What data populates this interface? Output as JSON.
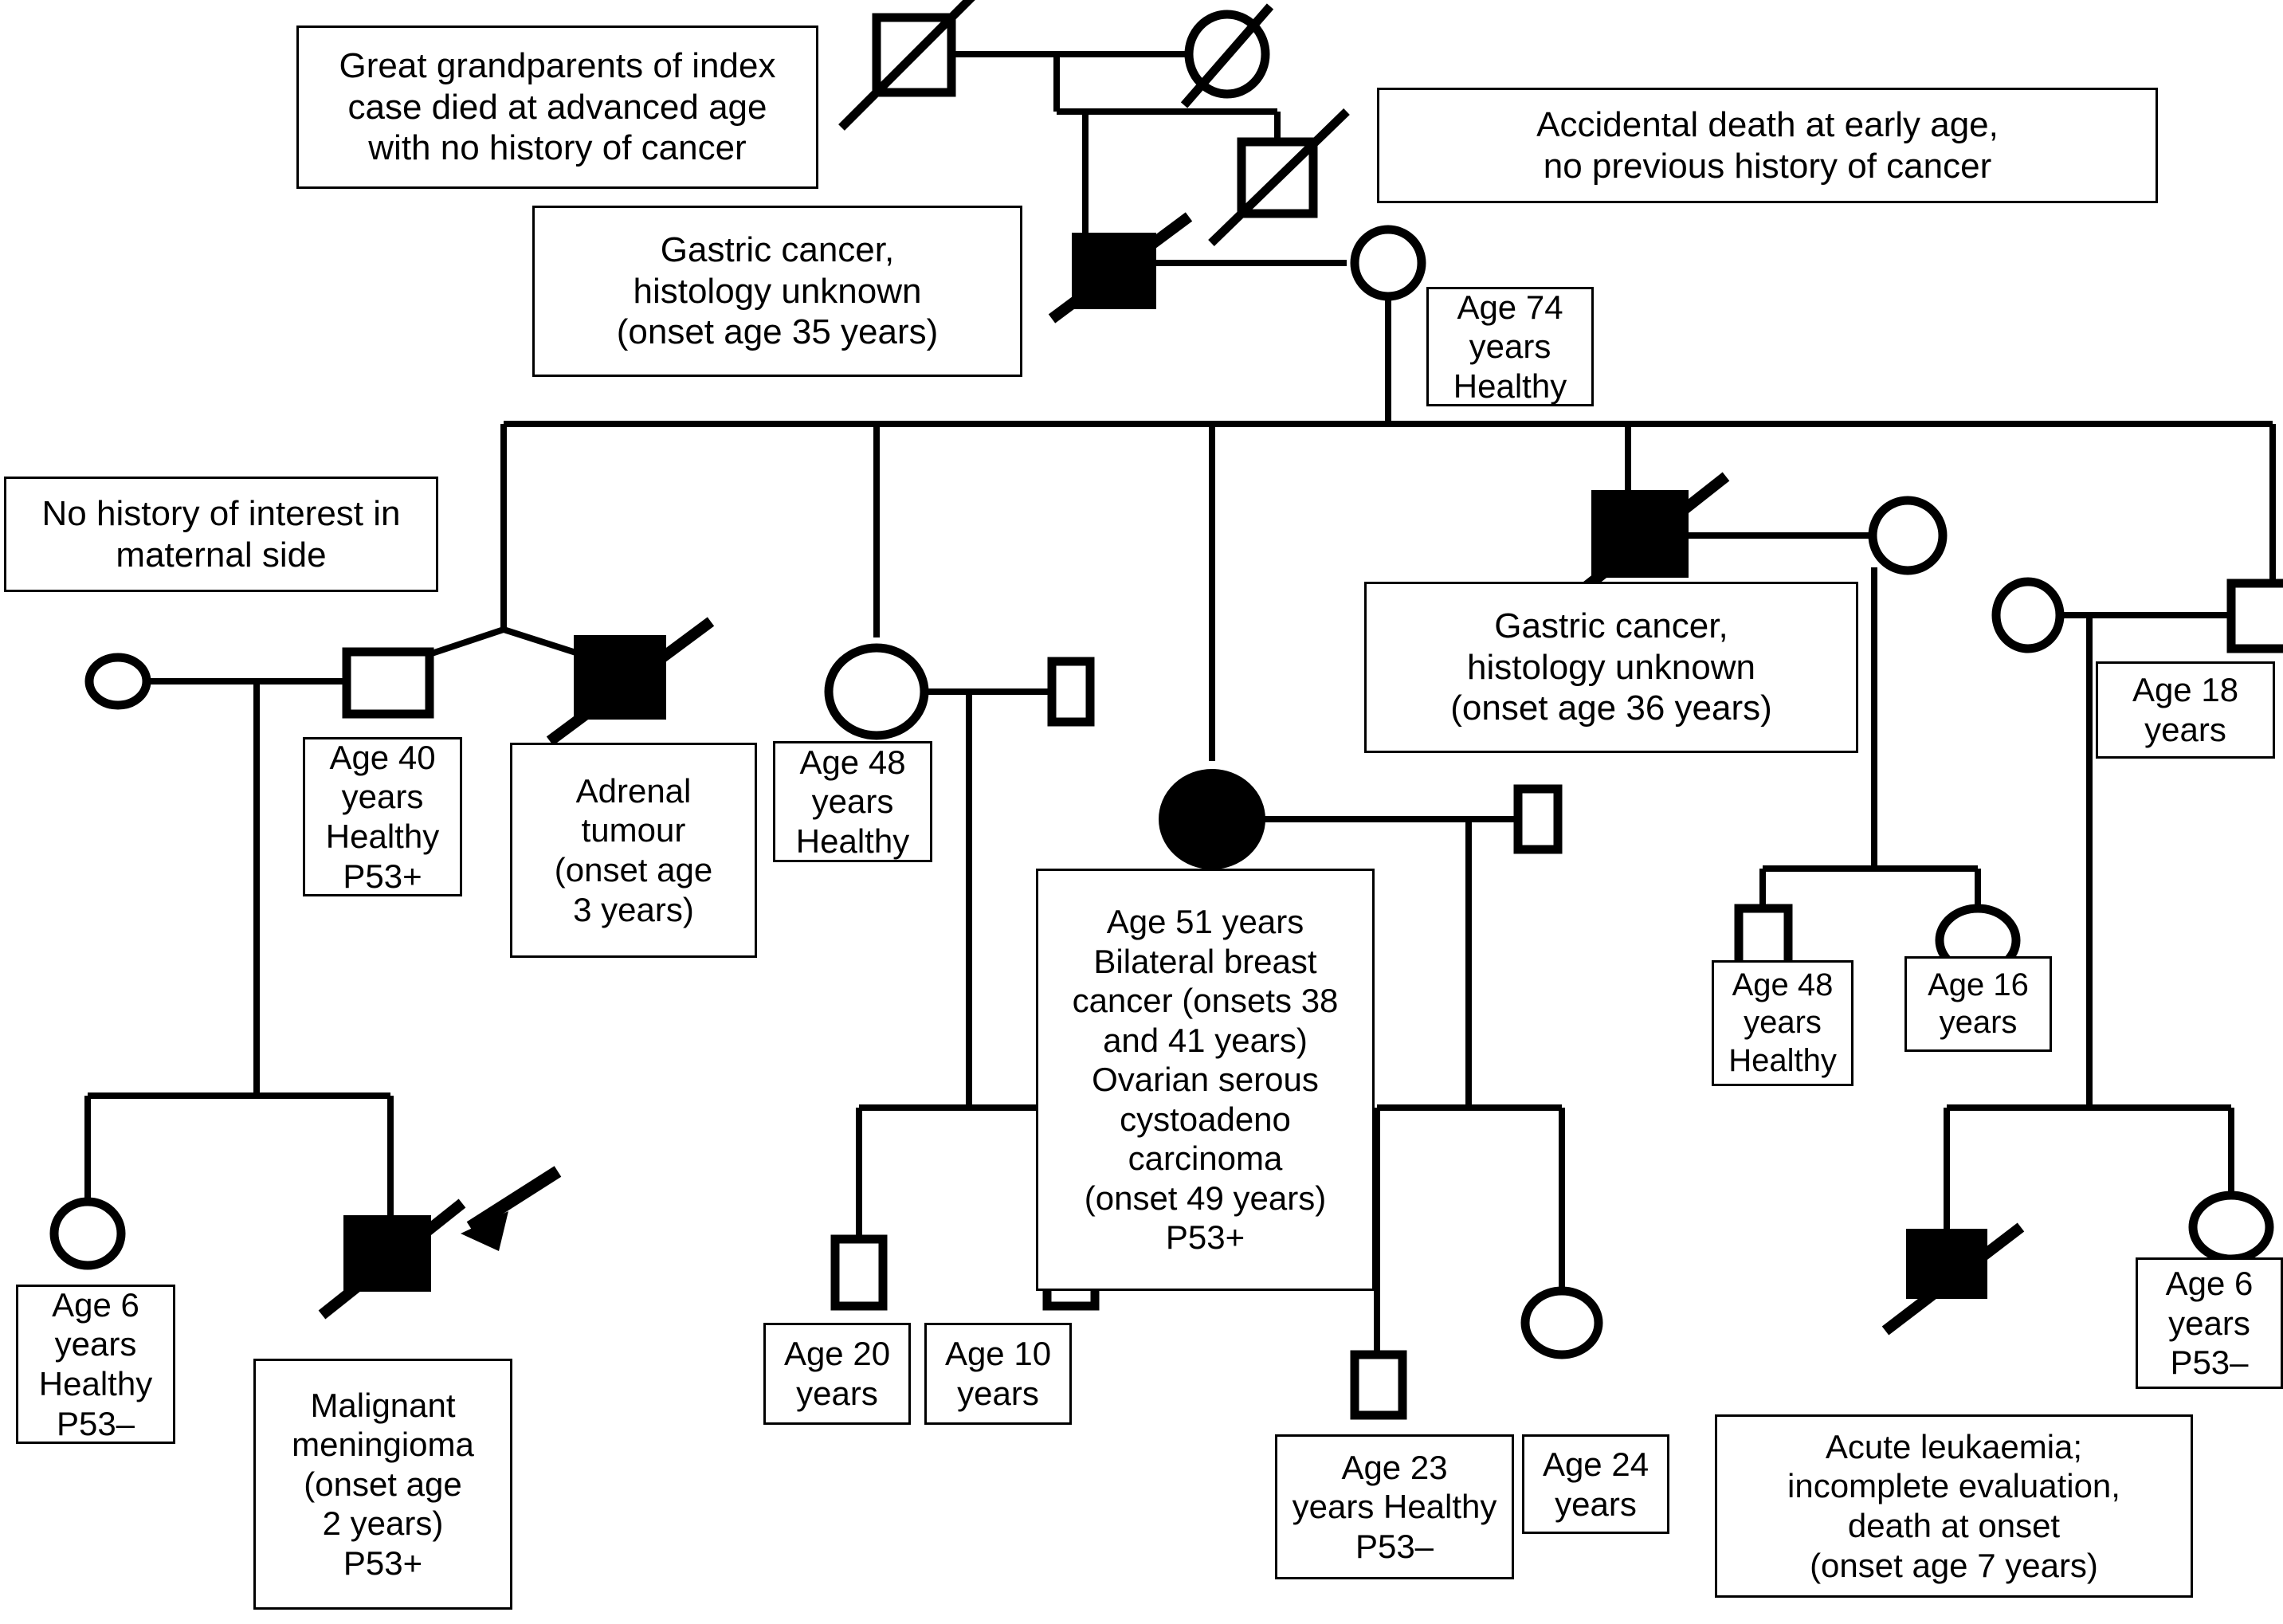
{
  "figure": {
    "type": "pedigree-chart",
    "title_visible": false,
    "colors": {
      "line": "#000000",
      "affected_fill": "#000000",
      "unaffected_fill": "#ffffff",
      "background": "#ffffff"
    }
  },
  "legend_semantics": {
    "square": "male",
    "circle": "female",
    "filled": "affected individual",
    "slash": "deceased",
    "arrow": "proband / index case"
  },
  "annotations": [
    {
      "id": "note-great-grandparents",
      "text": "Great grandparents of index\ncase died at advanced age\nwith no history of cancer"
    },
    {
      "id": "note-accidental-death",
      "text": "Accidental death at early age,\nno previous history of cancer"
    },
    {
      "id": "note-gastric-35",
      "text": "Gastric cancer,\nhistology unknown\n(onset age 35 years)"
    },
    {
      "id": "note-age74",
      "text": "Age 74\nyears\nHealthy"
    },
    {
      "id": "note-maternal-side",
      "text": "No history of interest in\nmaternal side"
    },
    {
      "id": "note-age40",
      "text": "Age 40\nyears\nHealthy\nP53+"
    },
    {
      "id": "note-adrenal",
      "text": "Adrenal\ntumour\n(onset age\n3 years)"
    },
    {
      "id": "note-age48-left",
      "text": "Age 48\nyears\nHealthy"
    },
    {
      "id": "note-gastric-36",
      "text": "Gastric cancer,\nhistology unknown\n(onset age 36 years)"
    },
    {
      "id": "note-age18",
      "text": "Age 18\nyears"
    },
    {
      "id": "note-index-case",
      "text": "Age 51 years\nBilateral breast\ncancer (onsets 38\nand 41 years)\nOvarian serous\ncystoadeno\ncarcinoma\n(onset 49 years)\nP53+"
    },
    {
      "id": "note-age48-right",
      "text": "Age 48\nyears\nHealthy"
    },
    {
      "id": "note-age16",
      "text": "Age 16\nyears"
    },
    {
      "id": "note-age6-left",
      "text": "Age 6\nyears\nHealthy\nP53–"
    },
    {
      "id": "note-meningioma",
      "text": "Malignant\nmeningioma\n(onset age\n2 years)\nP53+"
    },
    {
      "id": "note-age20",
      "text": "Age 20\nyears"
    },
    {
      "id": "note-age10",
      "text": "Age 10\nyears"
    },
    {
      "id": "note-age23",
      "text": "Age 23\nyears Healthy\nP53–"
    },
    {
      "id": "note-age24",
      "text": "Age 24\nyears"
    },
    {
      "id": "note-leukaemia",
      "text": "Acute leukaemia;\nincomplete evaluation,\ndeath at onset\n(onset age 7 years)"
    },
    {
      "id": "note-age6-right",
      "text": "Age 6\nyears\nP53–"
    }
  ],
  "individuals": [
    {
      "id": "i-1",
      "generation": "I",
      "sex": "male",
      "affected": false,
      "deceased": true,
      "note": "note-great-grandparents"
    },
    {
      "id": "i-2",
      "generation": "I",
      "sex": "female",
      "affected": false,
      "deceased": true,
      "note": "note-great-grandparents"
    },
    {
      "id": "ii-1",
      "generation": "II",
      "sex": "male",
      "affected": true,
      "deceased": true,
      "note": "note-gastric-35"
    },
    {
      "id": "ii-2",
      "generation": "II",
      "sex": "male",
      "affected": false,
      "deceased": true,
      "note": "note-accidental-death"
    },
    {
      "id": "ii-3",
      "generation": "II",
      "sex": "female",
      "affected": false,
      "deceased": false,
      "note": "note-age74"
    },
    {
      "id": "iii-1",
      "generation": "III",
      "sex": "female",
      "affected": false,
      "deceased": false,
      "note": "note-maternal-side"
    },
    {
      "id": "iii-2",
      "generation": "III",
      "sex": "male",
      "affected": false,
      "deceased": false,
      "note": "note-age40",
      "twin": true
    },
    {
      "id": "iii-3",
      "generation": "III",
      "sex": "male",
      "affected": true,
      "deceased": true,
      "note": "note-adrenal",
      "twin": true
    },
    {
      "id": "iii-4",
      "generation": "III",
      "sex": "female",
      "affected": false,
      "deceased": false,
      "note": "note-age48-left"
    },
    {
      "id": "iii-5",
      "generation": "III",
      "sex": "male",
      "affected": false,
      "deceased": false,
      "note": null
    },
    {
      "id": "iii-6",
      "generation": "III",
      "sex": "female",
      "affected": true,
      "deceased": false,
      "note": "note-index-case",
      "proband": true
    },
    {
      "id": "iii-7",
      "generation": "III",
      "sex": "male",
      "affected": false,
      "deceased": false,
      "note": null
    },
    {
      "id": "iii-8",
      "generation": "III",
      "sex": "male",
      "affected": true,
      "deceased": true,
      "note": "note-gastric-36"
    },
    {
      "id": "iii-9",
      "generation": "III",
      "sex": "female",
      "affected": false,
      "deceased": false,
      "note": null
    },
    {
      "id": "iii-10",
      "generation": "III",
      "sex": "female",
      "affected": false,
      "deceased": false,
      "note": null
    },
    {
      "id": "iii-11",
      "generation": "III",
      "sex": "male",
      "affected": false,
      "deceased": false,
      "note": "note-age18"
    },
    {
      "id": "iv-1",
      "generation": "IV",
      "sex": "female",
      "affected": false,
      "deceased": false,
      "note": "note-age6-left"
    },
    {
      "id": "iv-2",
      "generation": "IV",
      "sex": "male",
      "affected": true,
      "deceased": true,
      "note": "note-meningioma",
      "proband": true
    },
    {
      "id": "iv-3",
      "generation": "IV",
      "sex": "male",
      "affected": false,
      "deceased": false,
      "note": "note-age20"
    },
    {
      "id": "iv-4",
      "generation": "IV",
      "sex": "male",
      "affected": false,
      "deceased": false,
      "note": "note-age10"
    },
    {
      "id": "iv-5",
      "generation": "IV",
      "sex": "male",
      "affected": false,
      "deceased": false,
      "note": "note-age23"
    },
    {
      "id": "iv-6",
      "generation": "IV",
      "sex": "female",
      "affected": false,
      "deceased": false,
      "note": "note-age24"
    },
    {
      "id": "iv-7",
      "generation": "IV",
      "sex": "male",
      "affected": false,
      "deceased": false,
      "note": "note-age48-right"
    },
    {
      "id": "iv-8",
      "generation": "IV",
      "sex": "female",
      "affected": false,
      "deceased": false,
      "note": "note-age16"
    },
    {
      "id": "iv-9",
      "generation": "IV",
      "sex": "male",
      "affected": true,
      "deceased": true,
      "note": "note-leukaemia"
    },
    {
      "id": "iv-10",
      "generation": "IV",
      "sex": "female",
      "affected": false,
      "deceased": false,
      "note": "note-age6-right"
    }
  ]
}
